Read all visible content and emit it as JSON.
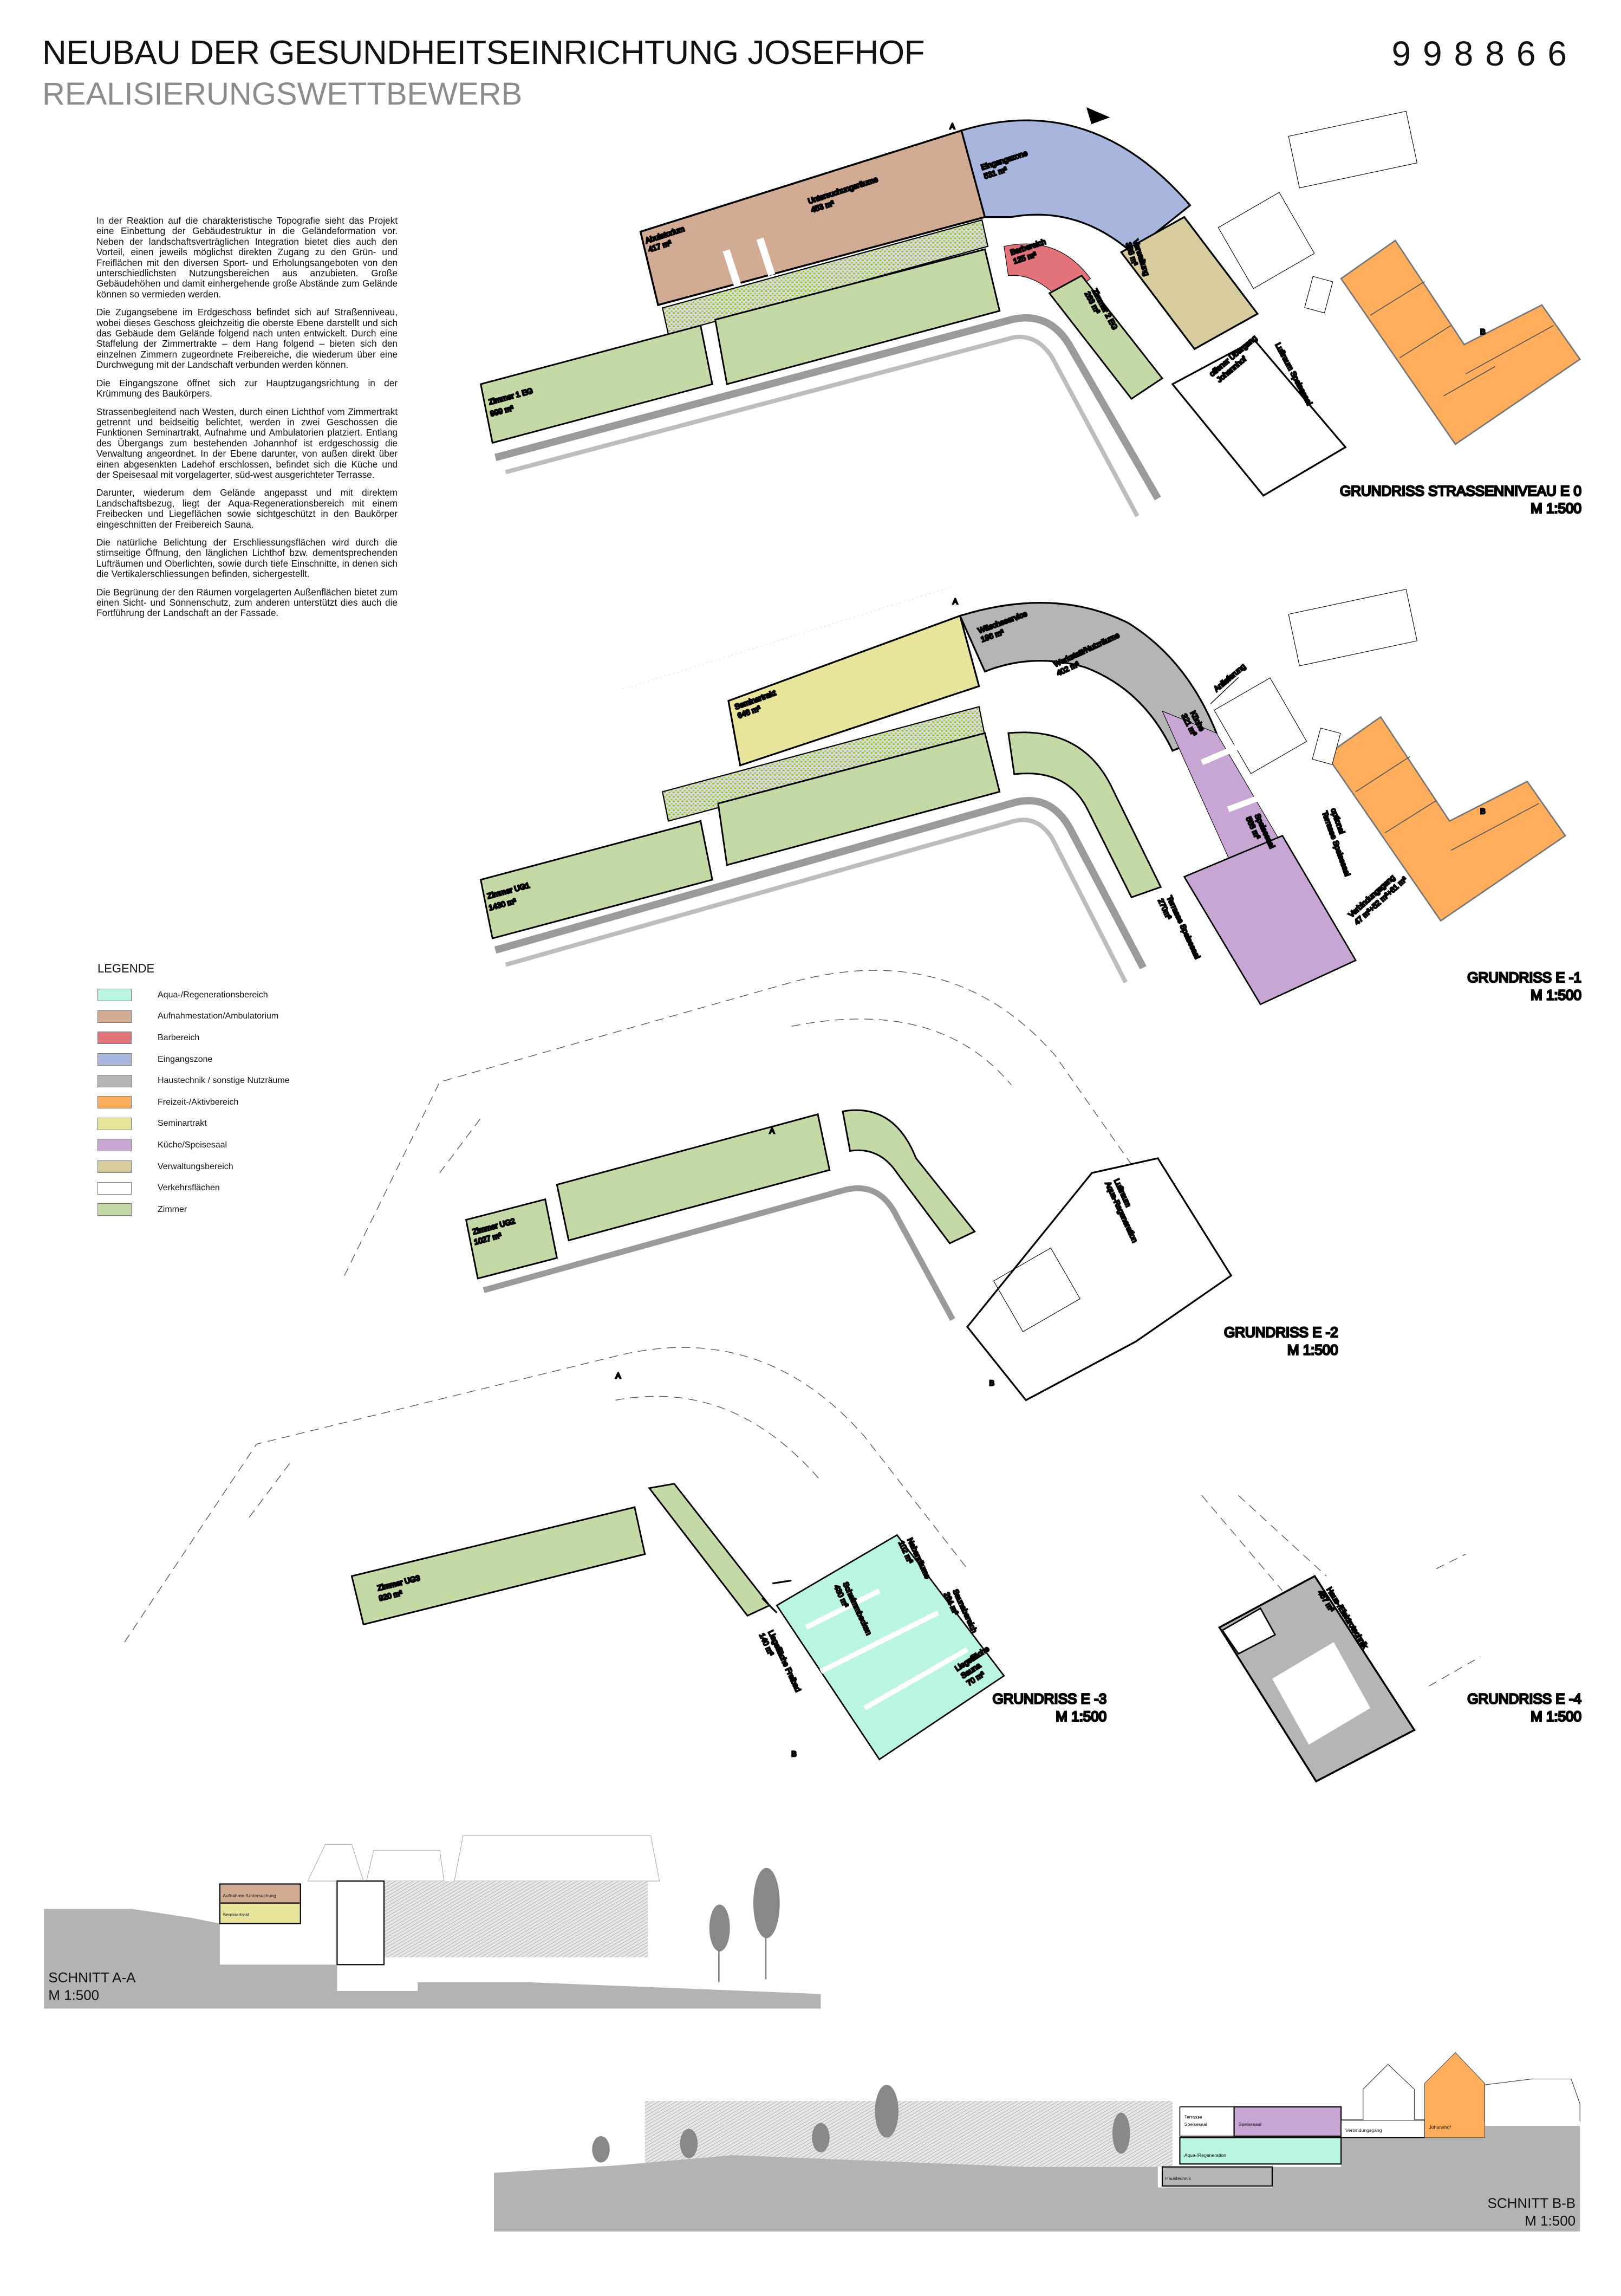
{
  "header": {
    "title": "NEUBAU DER GESUNDHEITSEINRICHTUNG JOSEFHOF",
    "subtitle": "REALISIERUNGSWETTBEWERB",
    "number": "998866"
  },
  "description": {
    "paragraphs": [
      "In der Reaktion auf die charakteristische Topografie sieht das Projekt eine Einbettung der Gebäudestruktur in die Geländeformation vor. Neben der landschaftsverträglichen Integration bietet dies auch den Vorteil, einen jeweils möglichst direkten Zugang zu den Grün- und Freiflächen mit den diversen Sport- und Erholungsangeboten von den unterschiedlichsten Nutzungsbereichen aus anzubieten. Große Gebäudehöhen und damit einhergehende große Abstände zum Gelände können so vermieden werden.",
      "Die Zugangsebene im Erdgeschoss befindet sich auf Straßenniveau, wobei dieses Geschoss gleichzeitig die oberste Ebene darstellt und sich das Gebäude dem Gelände folgend nach unten entwickelt. Durch eine Staffelung der Zimmertrakte – dem Hang folgend – bieten sich den einzelnen Zimmern zugeordnete Freibereiche, die wiederum über eine Durchwegung mit der Landschaft verbunden werden können.",
      "Die Eingangszone öffnet sich zur Hauptzugangsrichtung in der Krümmung des Baukörpers.",
      "Strassenbegleitend nach Westen, durch einen Lichthof vom Zimmertrakt getrennt und beidseitig belichtet, werden in zwei Geschossen die Funktionen Seminartrakt, Aufnahme und Ambulatorien platziert. Entlang des Übergangs zum bestehenden Johannhof ist erdgeschossig die Verwaltung angeordnet. In der Ebene darunter, von außen direkt über einen abgesenkten Ladehof erschlossen, befindet sich die Küche und der Speisesaal mit vorgelagerter, süd-west ausgerichteter Terrasse.",
      "Darunter, wiederum dem Gelände angepasst und mit direktem Landschaftsbezug, liegt der Aqua-Regenerationsbereich mit einem Freibecken und Liegeflächen sowie sichtgeschützt in den Baukörper eingeschnitten der Freibereich Sauna.",
      "Die natürliche Belichtung der Erschliessungsflächen wird durch die stirnseitige Öffnung, den länglichen Lichthof bzw. dementsprechenden Lufträumen und Oberlichten, sowie durch tiefe Einschnitte, in denen sich die Vertikalerschliessungen befinden, sichergestellt.",
      "Die Begrünung der den Räumen vorgelagerten Außenflächen bietet zum einen Sicht- und Sonnenschutz, zum anderen unterstützt dies auch die Fortführung der Landschaft an der Fassade."
    ]
  },
  "legend": {
    "title": "LEGENDE",
    "items": [
      {
        "label": "Aqua-/Regenerationsbereich",
        "color": "#b9f5e2"
      },
      {
        "label": "Aufnahmestation/Ambulatorium",
        "color": "#d2ab94"
      },
      {
        "label": "Barbereich",
        "color": "#e3737b"
      },
      {
        "label": "Eingangszone",
        "color": "#a8b6de"
      },
      {
        "label": "Haustechnik / sonstige Nutzräume",
        "color": "#b5b5b5"
      },
      {
        "label": "Freizeit-/Aktivbereich",
        "color": "#fdad5b"
      },
      {
        "label": "Seminartrakt",
        "color": "#e8e49c"
      },
      {
        "label": "Küche/Speisesaal",
        "color": "#c7a6d3"
      },
      {
        "label": "Verwaltungsbereich",
        "color": "#d6cc9e"
      },
      {
        "label": "Verkehrsflächen",
        "color": "#ffffff"
      },
      {
        "label": "Zimmer",
        "color": "#c5d9a6"
      }
    ]
  },
  "plans": {
    "e0": {
      "title": "GRUNDRISS STRASSENNIVEAU E 0",
      "scale": "M 1:500",
      "rooms": {
        "ambulatorium": {
          "name": "Abulatorium",
          "area": "417 m²"
        },
        "untersuchung": {
          "name": "Untersuchungsräume",
          "area": "453 m²"
        },
        "eingang": {
          "name": "Eingangszone",
          "area": "531 m²"
        },
        "bar": {
          "name": "Barbereich",
          "area": "125 m²"
        },
        "verwaltung": {
          "name": "Verwaltung",
          "area": "338 m²"
        },
        "zimmer2": {
          "name": "Zimmer 2 EG",
          "area": "263 m²"
        },
        "zimmer1": {
          "name": "Zimmer 1 EG",
          "area": "999 m²"
        },
        "uebergang": {
          "name": "offener Übergang",
          "area": "Johannhof"
        },
        "luftraum": {
          "name": "Luftraum Speisesaal"
        }
      }
    },
    "e1": {
      "title": "GRUNDRISS E -1",
      "scale": "M 1:500",
      "rooms": {
        "seminar": {
          "name": "Seminartrakt",
          "area": "646 m²"
        },
        "waesche": {
          "name": "Wäscheservice",
          "area": "196 m²"
        },
        "werkstatt": {
          "name": "Werkstatt/Nutzräume",
          "area": "402 m²"
        },
        "kueche": {
          "name": "Küche",
          "area": "321 m²"
        },
        "speisesaal": {
          "name": "Speisesaal",
          "area": "568 m²"
        },
        "terrasse": {
          "name": "Terrasse Speisesaal",
          "area": "270m²"
        },
        "optional": {
          "name": "optional",
          "area": "Terrasse Speisesaal"
        },
        "verbindung": {
          "name": "Verbindungsgang",
          "area": "47 m²+52 m²+61 m²"
        },
        "anlieferung": {
          "name": "Anlieferung"
        },
        "zimmer": {
          "name": "Zimmer UG1",
          "area": "1430 m²"
        }
      }
    },
    "e2": {
      "title": "GRUNDRISS E -2",
      "scale": "M 1:500",
      "rooms": {
        "zimmer": {
          "name": "Zimmer UG2",
          "area": "1027 m²"
        },
        "luftraum": {
          "name": "Luftraum",
          "area": "Aqua-Regeneration"
        }
      }
    },
    "e3": {
      "title": "GRUNDRISS E -3",
      "scale": "M 1:500",
      "rooms": {
        "zimmer": {
          "name": "Zimmer UG3",
          "area": "920 m²"
        },
        "neben": {
          "name": "Nebenräume",
          "area": "102 m²"
        },
        "schwimm": {
          "name": "Schwimmbecken",
          "area": "430 m²"
        },
        "sauna": {
          "name": "Saunabereich",
          "area": "264 m²"
        },
        "liegefrei": {
          "name": "Liegefläche Freibad",
          "area": "140 m²"
        },
        "liegesauna": {
          "name": "Liegefläche",
          "name2": "Sauna",
          "area": "70 m²"
        }
      }
    },
    "e4": {
      "title": "GRUNDRISS E -4",
      "scale": "M 1:500",
      "rooms": {
        "haustechnik": {
          "name": "Haus-/Elektrotechnik",
          "area": "457 m²"
        }
      }
    }
  },
  "section_markers": {
    "a": "A",
    "b": "B"
  },
  "sections": {
    "aa": {
      "title": "SCHNITT A-A",
      "scale": "M 1:500",
      "labels": {
        "aufnahme": "Aufnahme-/Untersuchung",
        "seminar": "Seminartrakt"
      }
    },
    "bb": {
      "title": "SCHNITT B-B",
      "scale": "M 1:500",
      "labels": {
        "terrasse1": "Terrasse",
        "terrasse2": "Speisesaal",
        "speisesaal": "Speisesaal",
        "verbindung": "Verbindungsgang",
        "johannhof": "Johannhof",
        "aqua": "Aqua-/Regeneration",
        "haustechnik": "Haustechnik"
      }
    }
  }
}
